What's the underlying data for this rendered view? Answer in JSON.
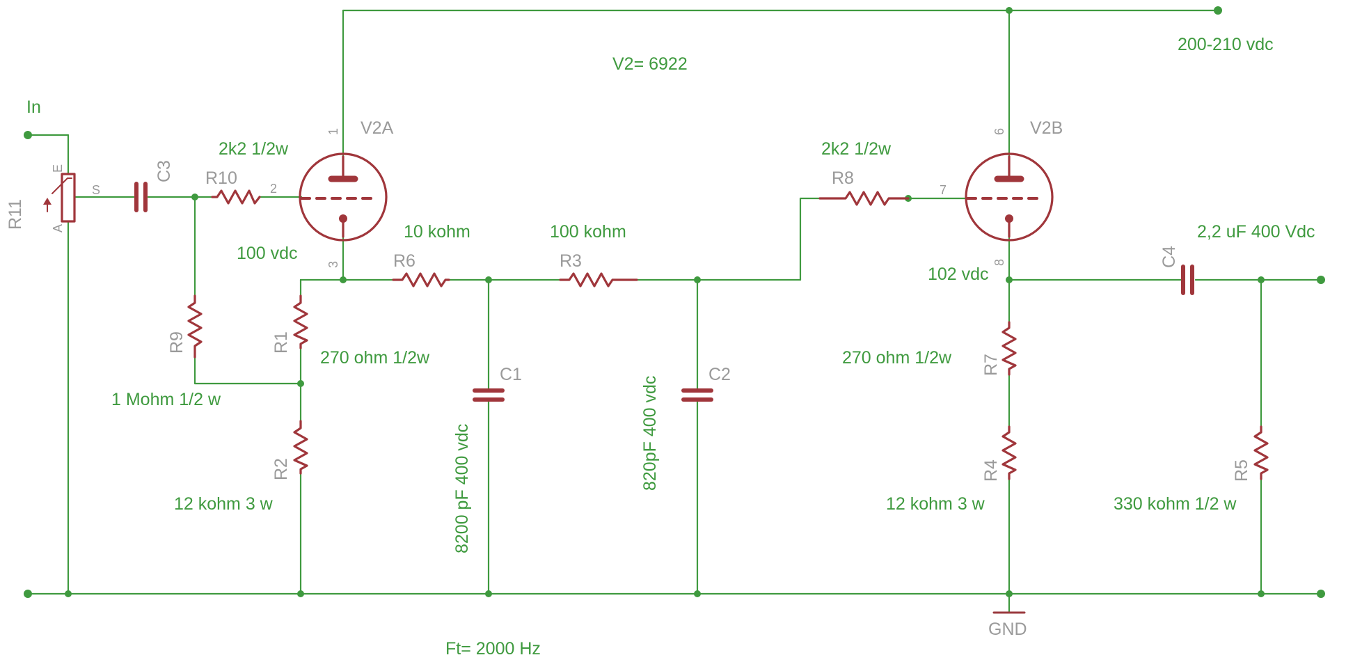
{
  "labels": {
    "supply": "200-210 vdc",
    "tube": "V2= 6922",
    "input": "In",
    "ft": "Ft= 2000 Hz",
    "gnd": "GND"
  },
  "tubes": {
    "v2a": {
      "name": "V2A",
      "pin_anode": "1",
      "pin_grid": "2",
      "pin_cathode": "3",
      "cathode_voltage": "100 vdc"
    },
    "v2b": {
      "name": "V2B",
      "pin_anode": "6",
      "pin_grid": "7",
      "pin_cathode": "8",
      "cathode_voltage": "102 vdc"
    }
  },
  "pot": {
    "name": "R11",
    "pin_e": "E",
    "pin_s": "S",
    "pin_a": "A"
  },
  "resistors": {
    "r10": {
      "name": "R10",
      "value": "2k2 1/2w"
    },
    "r8": {
      "name": "R8",
      "value": "2k2 1/2w"
    },
    "r6": {
      "name": "R6",
      "value": "10 kohm"
    },
    "r3": {
      "name": "R3",
      "value": "100 kohm"
    },
    "r1": {
      "name": "R1",
      "value": "270 ohm 1/2w"
    },
    "r9": {
      "name": "R9",
      "value": "1 Mohm 1/2 w"
    },
    "r2": {
      "name": "R2",
      "value": "12 kohm 3 w"
    },
    "r7": {
      "name": "R7",
      "value": "270 ohm 1/2w"
    },
    "r4": {
      "name": "R4",
      "value": "12 kohm 3 w"
    },
    "r5": {
      "name": "R5",
      "value": "330 kohm 1/2 w"
    }
  },
  "capacitors": {
    "c3": {
      "name": "C3"
    },
    "c1": {
      "name": "C1",
      "value": "8200 pF 400 vdc"
    },
    "c2": {
      "name": "C2",
      "value": "820pF 400 vdc"
    },
    "c4": {
      "name": "C4",
      "value": "2,2 uF 400 Vdc"
    }
  }
}
